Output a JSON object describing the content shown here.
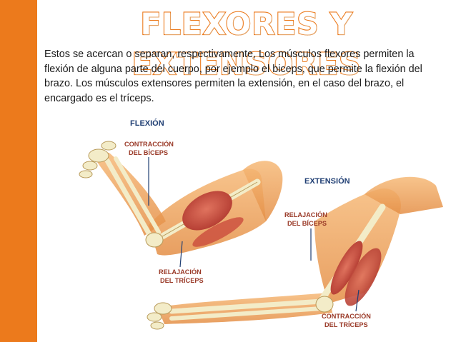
{
  "title": "FLEXORES Y EXTENSORES",
  "paragraph": "Estos se acercan o separan, respectivamente, Los músculos flexores permiten la flexión de alguna parte del cuerpo, por ejemplo el biceps, que permite la flexión del brazo. Los músculos extensores permiten la extensión, en el caso del brazo, el encargado es el tríceps.",
  "illustration": {
    "flexion": {
      "heading": "FLEXIÓN",
      "label_1_line_1": "CONTRACCIÓN",
      "label_1_line_2": "DEL BÍCEPS",
      "label_2_line_1": "RELAJACIÓN",
      "label_2_line_2": "DEL TRÍCEPS"
    },
    "extension": {
      "heading": "EXTENSIÓN",
      "label_1_line_1": "RELAJACIÓN",
      "label_1_line_2": "DEL BÍCEPS",
      "label_2_line_1": "CONTRACCIÓN",
      "label_2_line_2": "DEL TRÍCEPS"
    }
  },
  "colors": {
    "accent": "#ec7a1c",
    "skin": "#f0a25c",
    "muscle": "#c8463a",
    "bone": "#f3ecc8",
    "heading_blue": "#1f3e73",
    "label_red": "#9a3a28"
  }
}
